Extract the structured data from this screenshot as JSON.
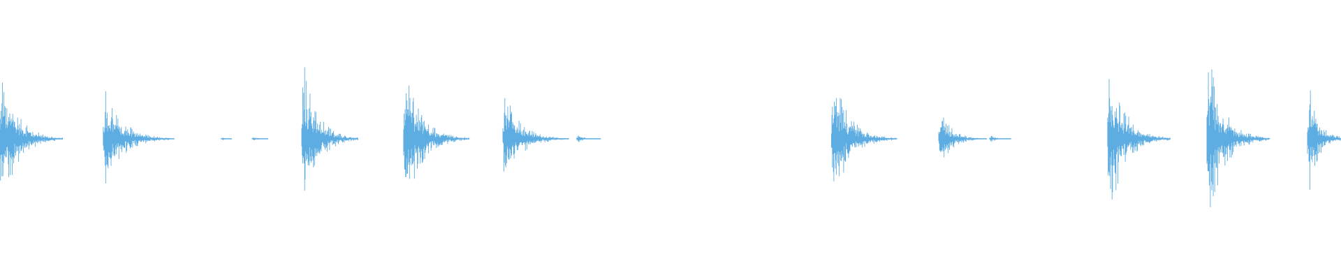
{
  "waveform": {
    "color": "#5dade2",
    "background": "#ffffff",
    "hits": [
      {
        "time": 0.0,
        "decay": 0.047,
        "amplitude": 1.0
      },
      {
        "time": 0.077,
        "decay": 0.053,
        "amplitude": 0.71
      },
      {
        "time": 0.165,
        "decay": 0.008,
        "amplitude": 0.04
      },
      {
        "time": 0.188,
        "decay": 0.012,
        "amplitude": 0.05
      },
      {
        "time": 0.225,
        "decay": 0.042,
        "amplitude": 1.14
      },
      {
        "time": 0.301,
        "decay": 0.049,
        "amplitude": 1.0
      },
      {
        "time": 0.375,
        "decay": 0.049,
        "amplitude": 0.64
      },
      {
        "time": 0.43,
        "decay": 0.018,
        "amplitude": 0.07
      },
      {
        "time": 0.62,
        "decay": 0.049,
        "amplitude": 0.9
      },
      {
        "time": 0.7,
        "decay": 0.036,
        "amplitude": 0.41
      },
      {
        "time": 0.738,
        "decay": 0.016,
        "amplitude": 0.06
      },
      {
        "time": 0.826,
        "decay": 0.047,
        "amplitude": 1.11
      },
      {
        "time": 0.9,
        "decay": 0.047,
        "amplitude": 1.15
      },
      {
        "time": 0.975,
        "decay": 0.03,
        "amplitude": 0.81
      }
    ]
  }
}
